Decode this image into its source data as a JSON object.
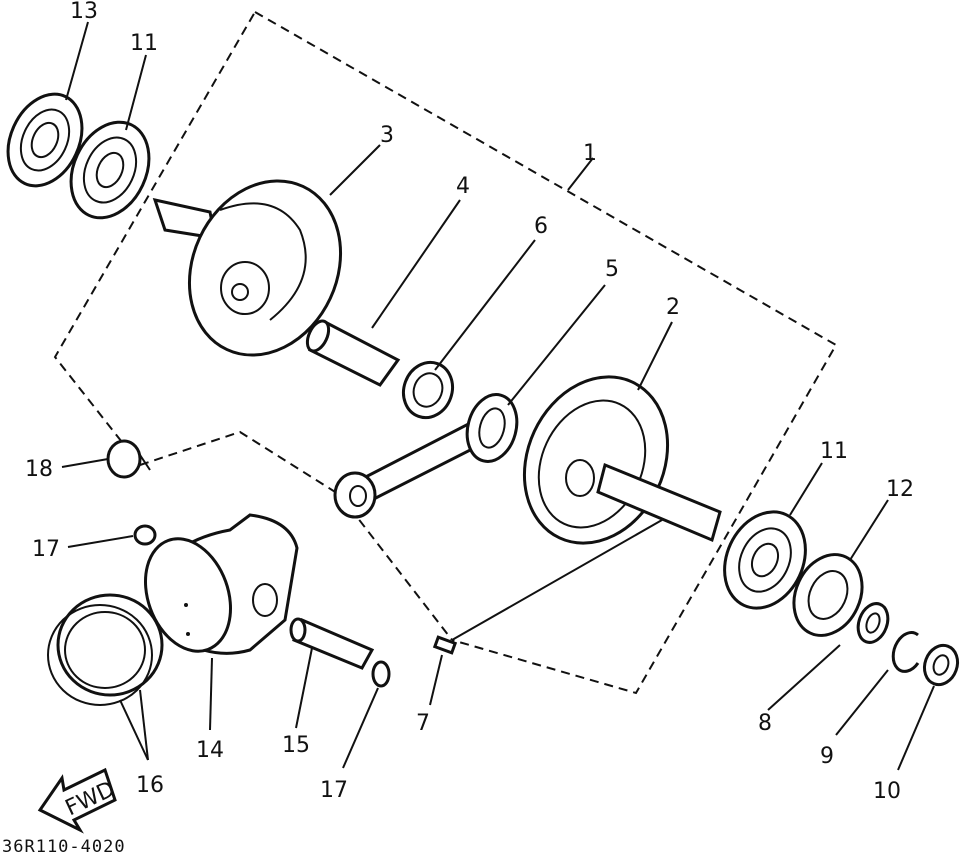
{
  "diagram": {
    "drawing_code": "36R110-4020",
    "fwd_text": "FWD",
    "callouts": [
      {
        "id": "1",
        "text": "1"
      },
      {
        "id": "2",
        "text": "2"
      },
      {
        "id": "3",
        "text": "3"
      },
      {
        "id": "4",
        "text": "4"
      },
      {
        "id": "5",
        "text": "5"
      },
      {
        "id": "6",
        "text": "6"
      },
      {
        "id": "7",
        "text": "7"
      },
      {
        "id": "8",
        "text": "8"
      },
      {
        "id": "9",
        "text": "9"
      },
      {
        "id": "10",
        "text": "10"
      },
      {
        "id": "11a",
        "text": "11"
      },
      {
        "id": "11b",
        "text": "11"
      },
      {
        "id": "12",
        "text": "12"
      },
      {
        "id": "13",
        "text": "13"
      },
      {
        "id": "14",
        "text": "14"
      },
      {
        "id": "15",
        "text": "15"
      },
      {
        "id": "16",
        "text": "16"
      },
      {
        "id": "17a",
        "text": "17"
      },
      {
        "id": "17b",
        "text": "17"
      },
      {
        "id": "18",
        "text": "18"
      }
    ]
  }
}
